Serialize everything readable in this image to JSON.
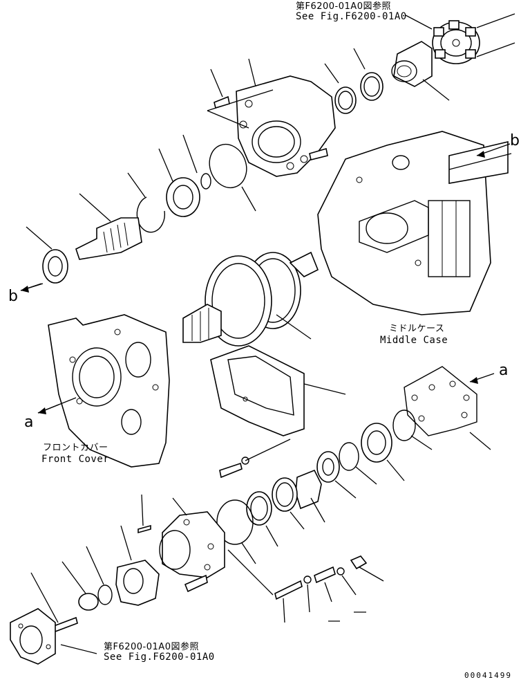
{
  "refs": {
    "top_ref_jp": "第F6200-01A0図参照",
    "top_ref_en": "See Fig.F6200-01A0",
    "bottom_ref_jp": "第F6200-01A0図参照",
    "bottom_ref_en": "See Fig.F6200-01A0"
  },
  "labels": {
    "middle_case_jp": "ミドルケース",
    "middle_case_en": "Middle Case",
    "front_cover_jp": "フロントカバー",
    "front_cover_en": "Front Cover"
  },
  "markers": {
    "b_right": "b",
    "b_left": "b",
    "a_left": "a",
    "a_right": "a"
  },
  "figure_code": "00041499"
}
